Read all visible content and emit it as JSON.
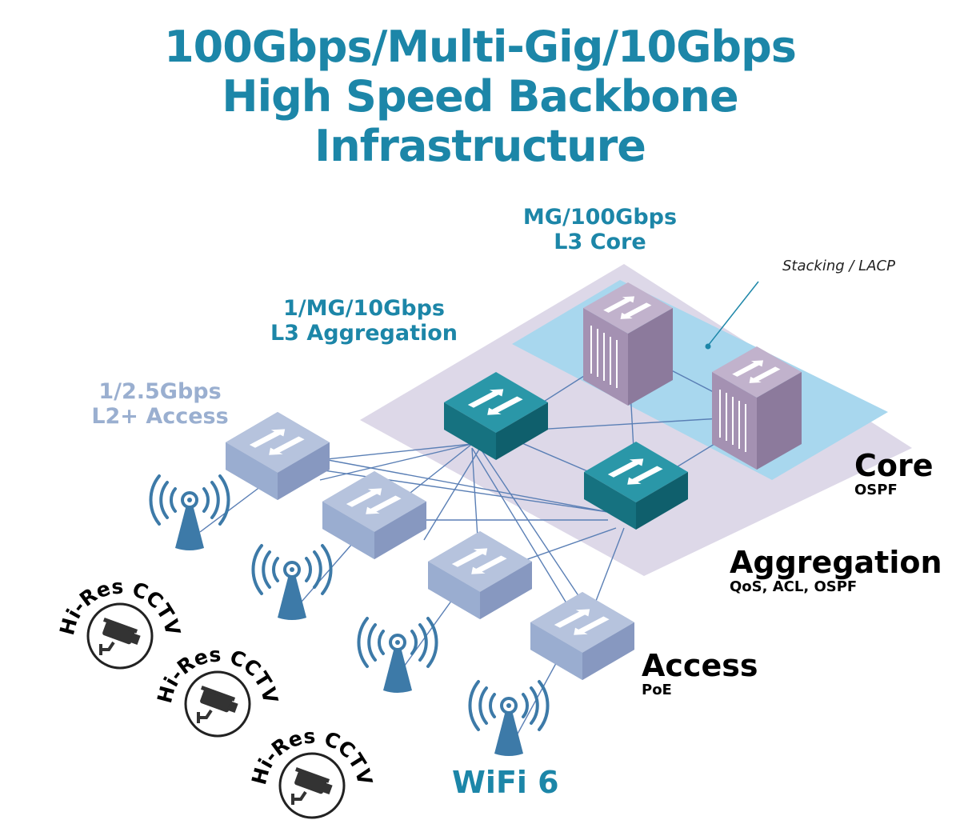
{
  "title": {
    "line1": "100Gbps/Multi-Gig/10Gbps",
    "line2": "High Speed Backbone",
    "line3": "Infrastructure"
  },
  "labels": {
    "core_speed": "MG/100Gbps",
    "core_layer": "L3 Core",
    "agg_speed": "1/MG/10Gbps",
    "agg_layer": "L3 Aggregation",
    "access_speed": "1/2.5Gbps",
    "access_layer": "L2+ Access",
    "stacking": "Stacking / LACP",
    "wifi": "WiFi 6"
  },
  "tiers": {
    "core": {
      "name": "Core",
      "sub": "OSPF"
    },
    "aggregation": {
      "name": "Aggregation",
      "sub": "QoS, ACL, OSPF"
    },
    "access": {
      "name": "Access",
      "sub": "PoE"
    }
  },
  "cctv_badges": [
    "Hi-Res CCTV",
    "Hi-Res CCTV",
    "Hi-Res CCTV"
  ],
  "colors": {
    "teal": "#1c86a8",
    "core_purple": "#9e8cab",
    "aggregation_teal": "#1b7f8f",
    "access_blue": "#a8b6d3",
    "platform": "#ddd8e8",
    "stack_zone": "#a8d7ee",
    "link_line": "#5a7fb5"
  },
  "icons": {
    "core_switch": "chassis-switch-icon",
    "aggregation_switch": "switch-icon",
    "access_switch": "switch-icon",
    "access_point": "wireless-antenna-icon",
    "camera": "cctv-camera-icon"
  }
}
